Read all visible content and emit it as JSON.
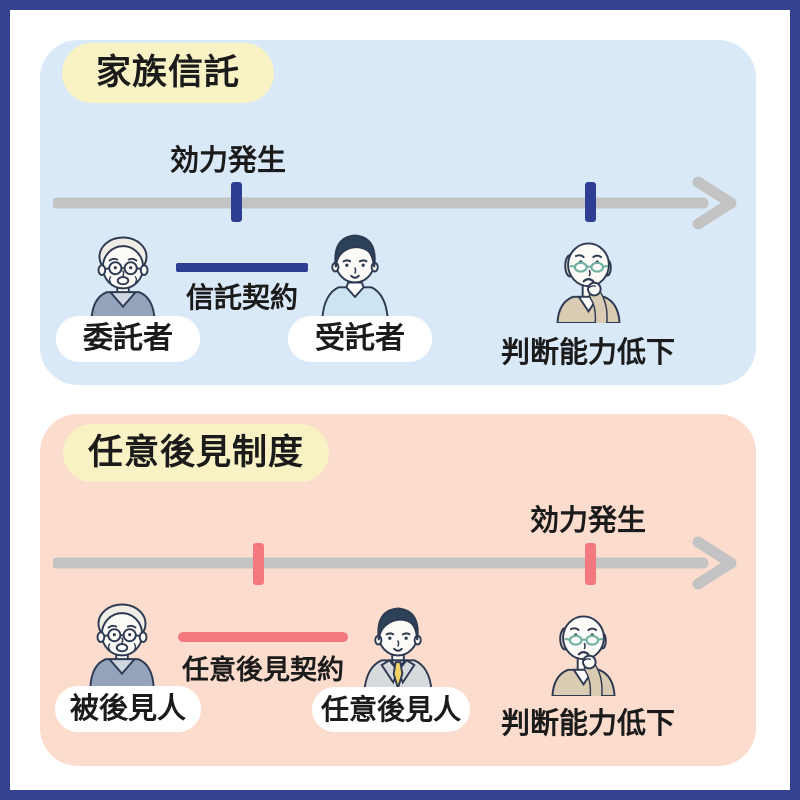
{
  "colors": {
    "frame_border": "#33418f",
    "panel_family_trust": "#d9e9f8",
    "panel_guardianship": "#fcdccd",
    "title_badge": "#f8f2c5",
    "timeline_gray": "#c3c3c3",
    "accent_navy": "#2d3e93",
    "accent_salmon": "#f4787f",
    "label_pill": "#ffffff",
    "text": "#1b1b1b"
  },
  "family_trust": {
    "title": "家族信託",
    "effect_label": "効力発生",
    "contract_label": "信託契約",
    "trustor_label": "委託者",
    "trustee_label": "受託者",
    "decline_label": "判断能力低下",
    "icons": {
      "trustor": "elderly-man-glasses-icon",
      "trustee": "young-man-icon",
      "decline": "worried-elderly-man-icon"
    }
  },
  "guardianship": {
    "title": "任意後見制度",
    "effect_label": "効力発生",
    "contract_label": "任意後見契約",
    "ward_label": "被後見人",
    "guardian_label": "任意後見人",
    "decline_label": "判断能力低下",
    "icons": {
      "ward": "elderly-man-glasses-icon",
      "guardian": "suited-man-icon",
      "decline": "worried-elderly-man-icon"
    }
  }
}
